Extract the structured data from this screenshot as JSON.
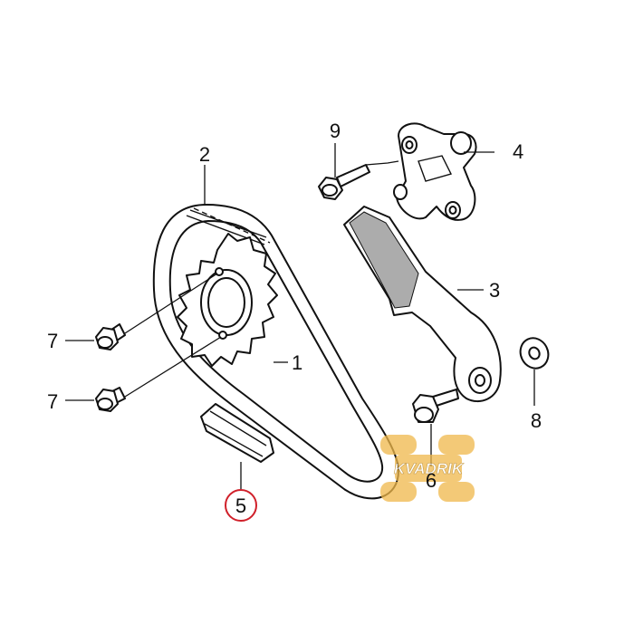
{
  "diagram": {
    "callouts": [
      {
        "id": "c1",
        "text": "1"
      },
      {
        "id": "c2",
        "text": "2"
      },
      {
        "id": "c3",
        "text": "3"
      },
      {
        "id": "c4",
        "text": "4"
      },
      {
        "id": "c5",
        "text": "5"
      },
      {
        "id": "c6",
        "text": "6"
      },
      {
        "id": "c7a",
        "text": "7"
      },
      {
        "id": "c7b",
        "text": "7"
      },
      {
        "id": "c8",
        "text": "8"
      },
      {
        "id": "c9",
        "text": "9"
      }
    ],
    "highlight_color": "#d0202a",
    "line_color": "#111111"
  },
  "watermark": {
    "text": "KVADRIK",
    "color": "#f0b84a"
  }
}
